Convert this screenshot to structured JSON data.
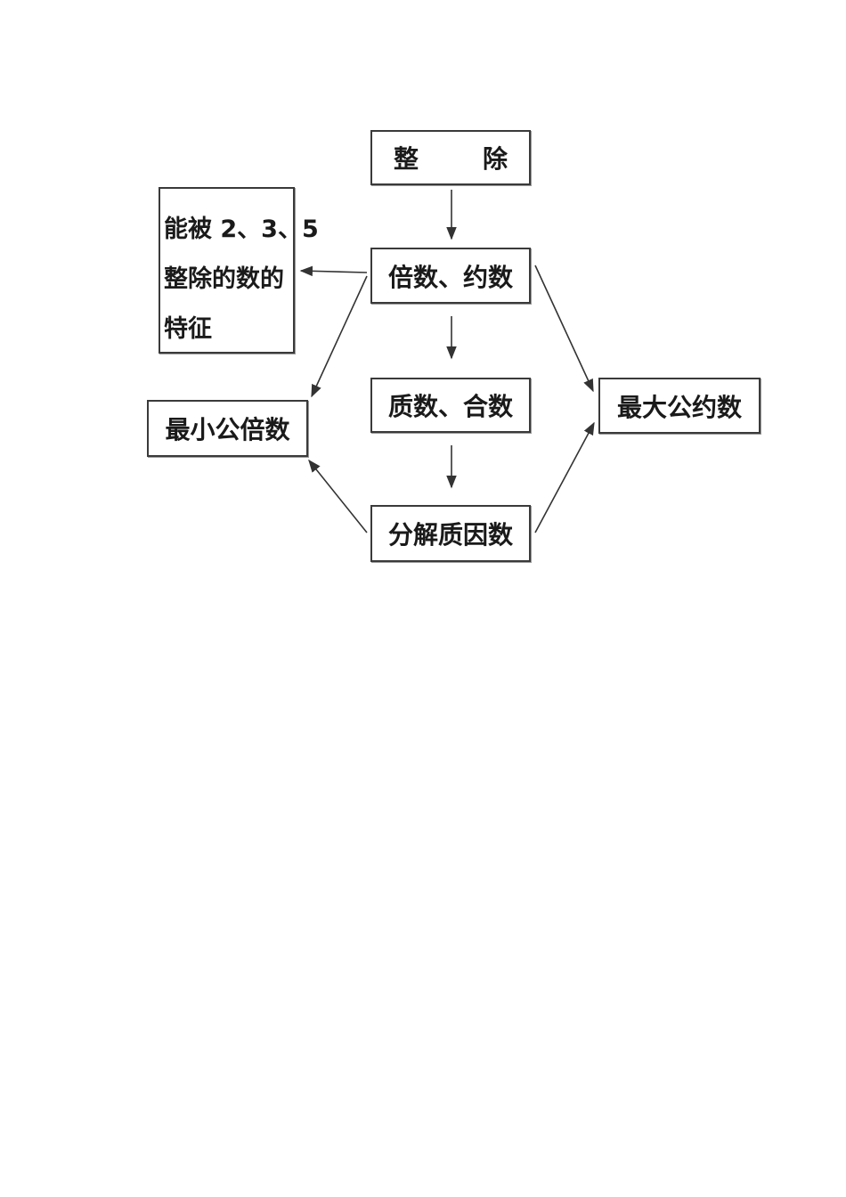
{
  "nodes": {
    "divisibility": {
      "left": "整",
      "right": "除"
    },
    "multiples_divisors": "倍数、约数",
    "divisibility_features": {
      "line1": "能被 2、3、5",
      "line2": "整除的数的",
      "line3": "特征"
    },
    "primes_composites": "质数、合数",
    "lcm": "最小公倍数",
    "gcd": "最大公约数",
    "prime_factorization": "分解质因数"
  }
}
